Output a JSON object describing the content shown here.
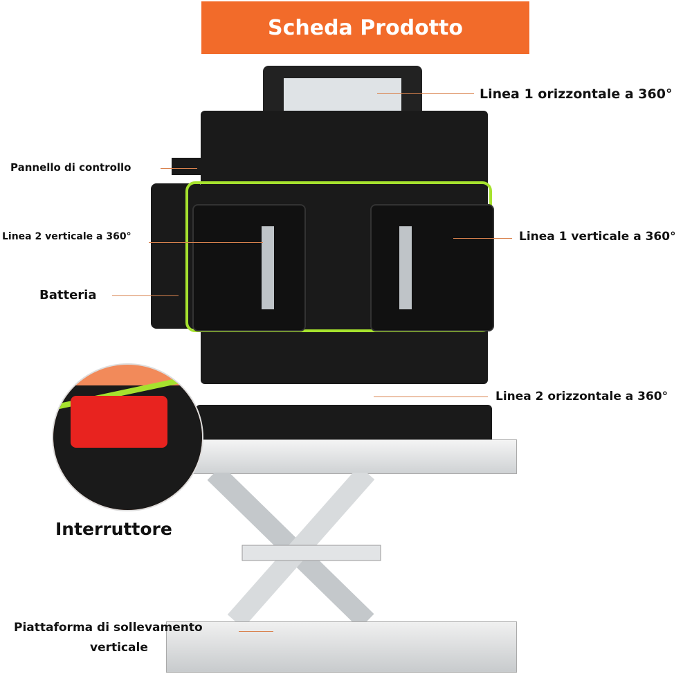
{
  "header": {
    "title": "Scheda Prodotto"
  },
  "labels": {
    "line1_horizontal": "Linea 1 orizzontale a 360°",
    "control_panel": "Pannello di controllo",
    "line2_vertical": "Linea 2 verticale a 360°",
    "line1_vertical": "Linea 1 verticale a 360°",
    "battery": "Batteria",
    "line2_horizontal": "Linea 2 orizzontale a 360°",
    "switch": "Interruttore",
    "platform_line1": "Piattaforma di sollevamento",
    "platform_line2": "verticale"
  },
  "colors": {
    "header": "#f26b2a",
    "accent_green": "#a6e22e",
    "switch_red": "#e8231f"
  }
}
